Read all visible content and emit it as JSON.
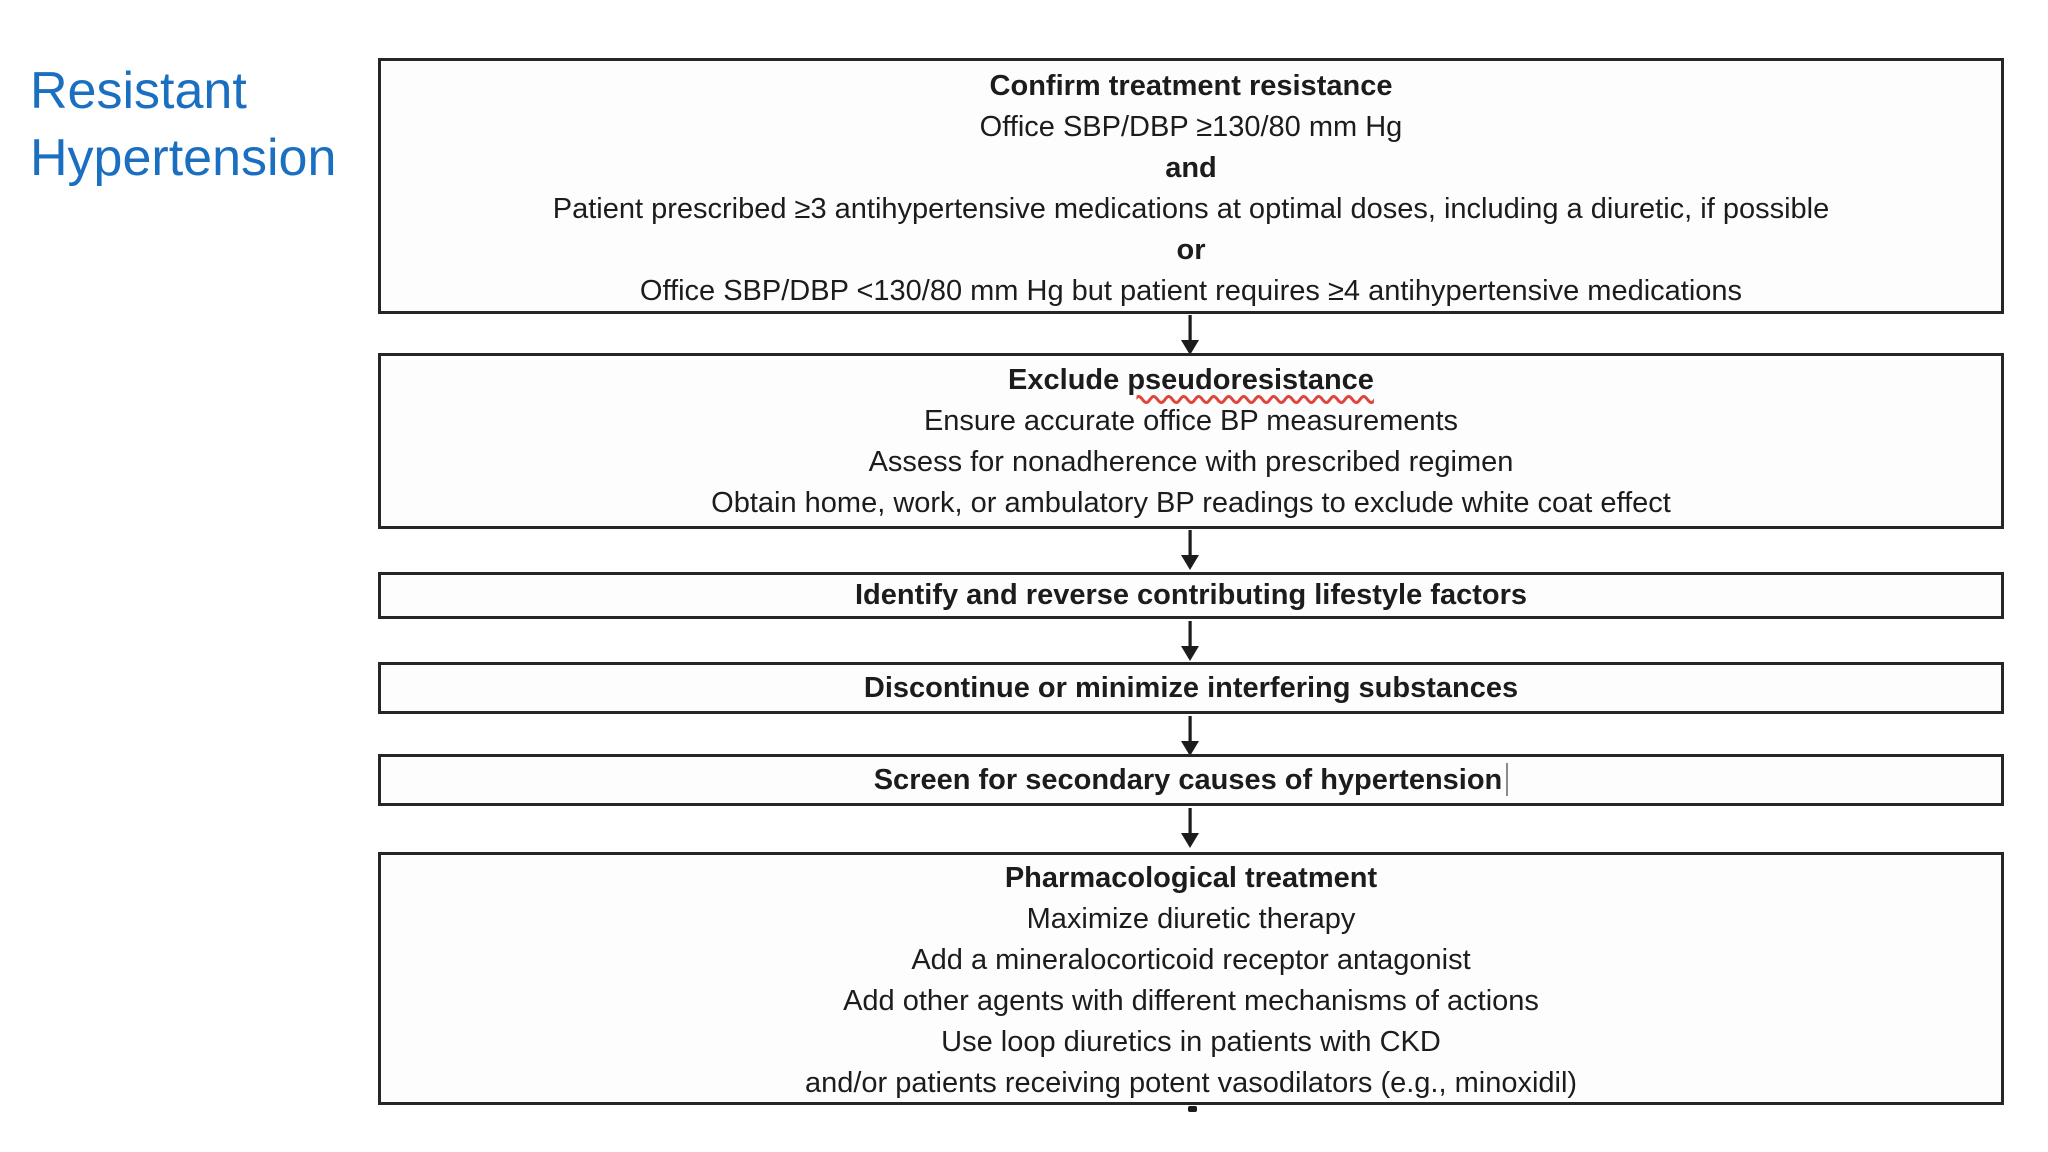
{
  "title": {
    "line1": "Resistant",
    "line2": "Hypertension",
    "color": "#1b6fc0"
  },
  "icons": {
    "down_arrow": "↓"
  },
  "colors": {
    "box_border": "#262626",
    "text": "#1c1c1c",
    "spellcheck_squiggle": "#e0453d"
  },
  "flowchart": {
    "confirm": {
      "heading": "Confirm treatment resistance",
      "line2": "Office SBP/DBP ≥130/80 mm Hg",
      "conj_and": "and",
      "line4": "Patient prescribed ≥3 antihypertensive medications at optimal doses, including a diuretic, if possible",
      "conj_or": "or",
      "line6": "Office SBP/DBP <130/80 mm Hg but patient requires ≥4 antihypertensive medications"
    },
    "exclude": {
      "heading_word1": "Exclude",
      "heading_word2": "pseudoresistance",
      "line2": "Ensure accurate office BP measurements",
      "line3": "Assess for nonadherence with prescribed regimen",
      "line4": "Obtain home, work, or ambulatory BP readings to exclude white coat effect"
    },
    "lifestyle": {
      "heading": "Identify and reverse contributing lifestyle factors"
    },
    "substances": {
      "heading": "Discontinue or minimize interfering substances"
    },
    "secondary": {
      "heading": "Screen for secondary causes of hypertension"
    },
    "pharmacological": {
      "heading": "Pharmacological treatment",
      "line2": "Maximize diuretic therapy",
      "line3": "Add a mineralocorticoid receptor antagonist",
      "line4": "Add other agents with different mechanisms of actions",
      "line5": "Use loop diuretics in patients with CKD",
      "line6": "and/or patients receiving potent vasodilators (e.g., minoxidil)"
    }
  }
}
